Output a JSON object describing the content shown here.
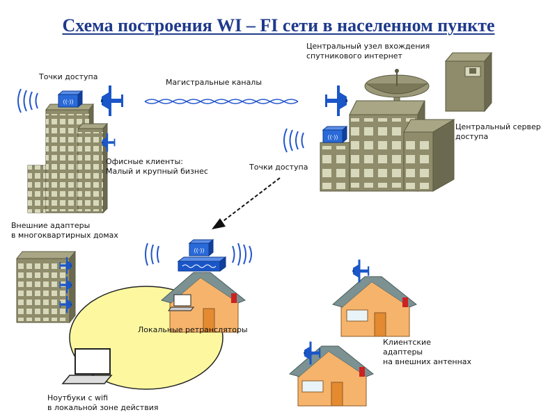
{
  "title": "Схема построения  WI – FI сети в населенном пункте",
  "labels": {
    "access_points_top": "Точки доступа",
    "backbone": "Магистральные каналы",
    "central_node_line1": "Центральный узел вхождения",
    "central_node_line2": "спутникового интернет",
    "central_server_line1": "Центральный сервер",
    "central_server_line2": "доступа",
    "office_clients_line1": "Офисные клиенты:",
    "office_clients_line2": "Малый и крупный бизнес",
    "access_points_right": "Точки доступа",
    "external_adapters_line1": "Внешние адаптеры",
    "external_adapters_line2": "в многоквартирных домах",
    "local_repeaters": "Локальные ретрансляторы",
    "client_adapters_line1": "Клиентские",
    "client_adapters_line2": "адаптеры",
    "client_adapters_line3": "на внешних антеннах",
    "laptops_line1": "Ноутбуки с wifi",
    "laptops_line2": "в локальной зоне действия"
  },
  "colors": {
    "title": "#1f3a8c",
    "building": "#8e8c6a",
    "building_dark": "#6b6a50",
    "window": "#d8d8bc",
    "wave": "#2255cc",
    "device": "#1a56c8",
    "coverage": "#fdf8a0",
    "house_wall": "#f6b36b",
    "house_roof": "#7c9191",
    "chimney": "#cc2222"
  },
  "icons": {
    "antenna": "antenna-icon",
    "access_point": "access-point-icon",
    "satellite_dish": "satellite-dish-icon",
    "server": "server-icon",
    "laptop": "laptop-icon",
    "repeater": "repeater-icon"
  }
}
